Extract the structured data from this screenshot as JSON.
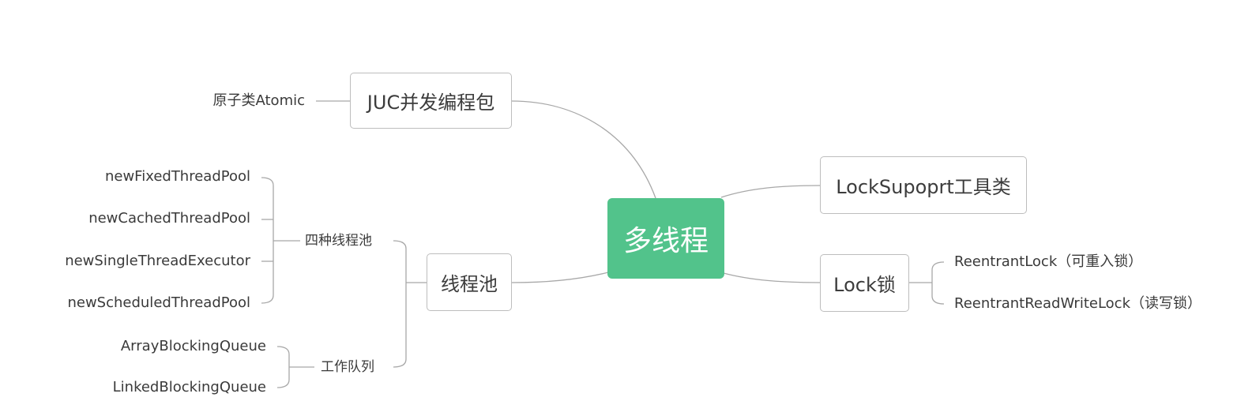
{
  "root": {
    "label": "多线程"
  },
  "branches": {
    "juc": {
      "label": "JUC并发编程包",
      "children": [
        "原子类Atomic"
      ]
    },
    "thread_pool": {
      "label": "线程池",
      "groups": [
        {
          "label": "四种线程池",
          "children": [
            "newFixedThreadPool",
            "newCachedThreadPool",
            "newSingleThreadExecutor",
            "newScheduledThreadPool"
          ]
        },
        {
          "label": "工作队列",
          "children": [
            "ArrayBlockingQueue",
            "LinkedBlockingQueue"
          ]
        }
      ]
    },
    "lock_support": {
      "label": "LockSupoprt工具类"
    },
    "lock": {
      "label": "Lock锁",
      "children": [
        "ReentrantLock（可重入锁）",
        "ReentrantReadWriteLock（读写锁）"
      ]
    }
  },
  "colors": {
    "root_fill": "#52c38b",
    "line": "#a8a8a8",
    "box_border": "#bdbdbd"
  }
}
